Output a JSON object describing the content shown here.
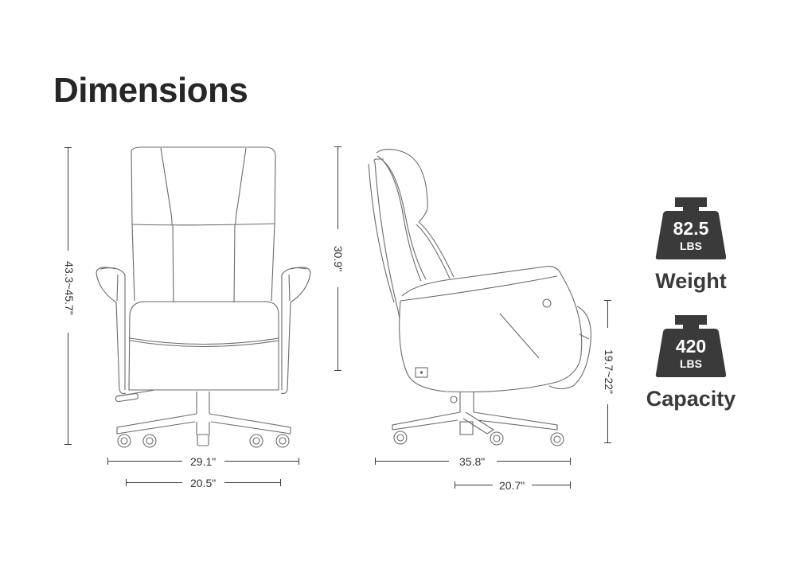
{
  "title": "Dimensions",
  "front_view": {
    "overall_height": "43.3~45.7\"",
    "overall_width": "29.1\"",
    "seat_width": "20.5\""
  },
  "side_view": {
    "backrest_height": "30.9\"",
    "seat_height": "19.7~22\"",
    "overall_depth": "35.8\"",
    "seat_depth": "20.7\""
  },
  "specs": [
    {
      "value": "82.5",
      "unit": "LBS",
      "label": "Weight",
      "icon": "weight-icon"
    },
    {
      "value": "420",
      "unit": "LBS",
      "label": "Capacity",
      "icon": "weight-icon"
    }
  ],
  "colors": {
    "text": "#262626",
    "icon_fill": "#3a3a3a",
    "line": "#555555",
    "background": "#ffffff"
  }
}
